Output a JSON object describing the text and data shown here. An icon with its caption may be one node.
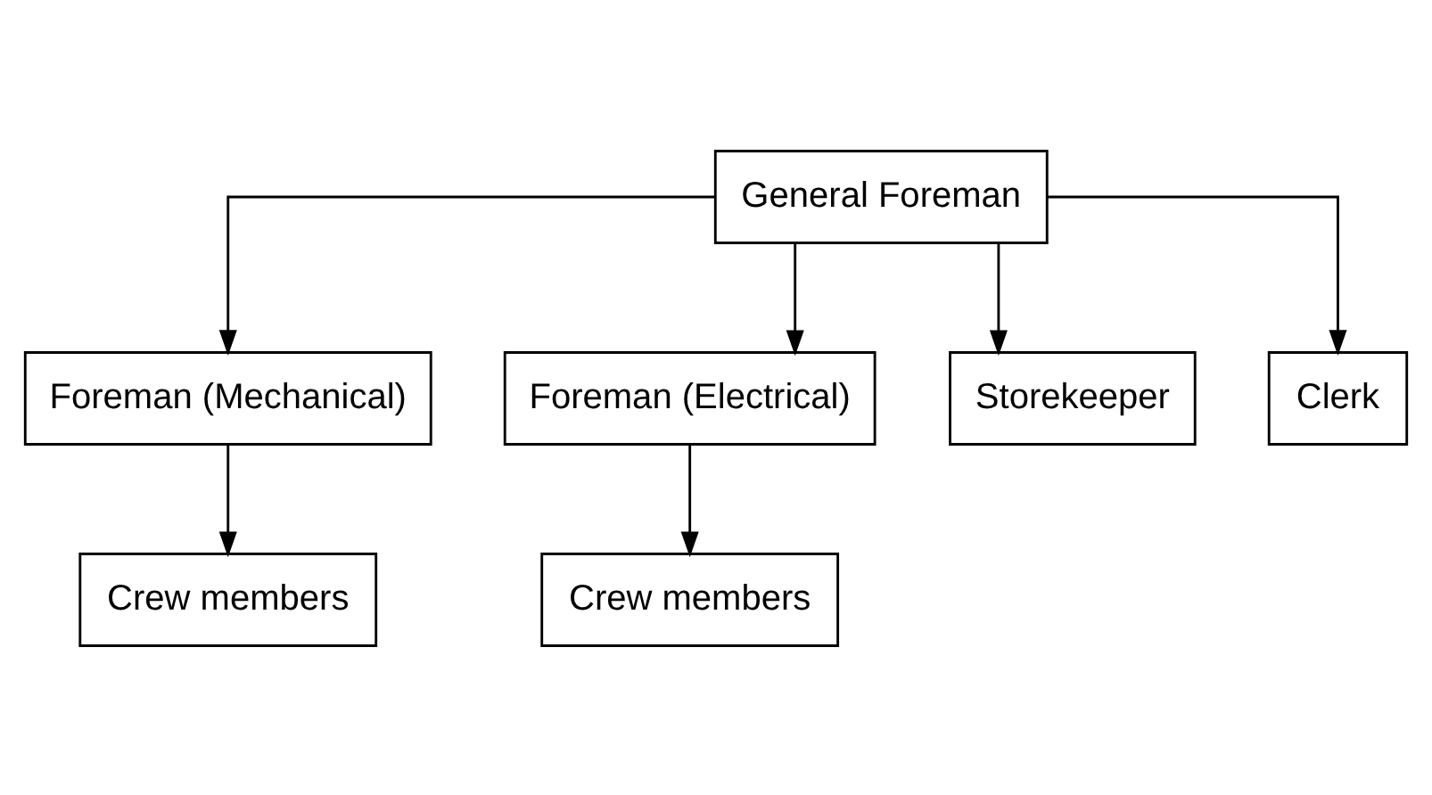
{
  "diagram": {
    "nodes": [
      {
        "text": [
          "General Foreman"
        ]
      },
      {
        "text": [
          "Foreman (Mechanical)"
        ]
      },
      {
        "text": [
          "Foreman (Electrical)"
        ]
      },
      {
        "text": [
          "Storekeeper"
        ]
      },
      {
        "text": [
          "Clerk"
        ]
      },
      {
        "text": [
          "Crew members"
        ]
      },
      {
        "text": [
          "Crew members"
        ]
      }
    ],
    "edges": [
      {
        "from": 0,
        "to": 1,
        "arrow": "to"
      },
      {
        "from": 0,
        "to": 2,
        "arrow": "to"
      },
      {
        "from": 0,
        "to": 3,
        "arrow": "to"
      },
      {
        "from": 0,
        "to": 4,
        "arrow": "to"
      },
      {
        "from": 1,
        "to": 5,
        "arrow": "to"
      },
      {
        "from": 2,
        "to": 6,
        "arrow": "to"
      }
    ]
  }
}
